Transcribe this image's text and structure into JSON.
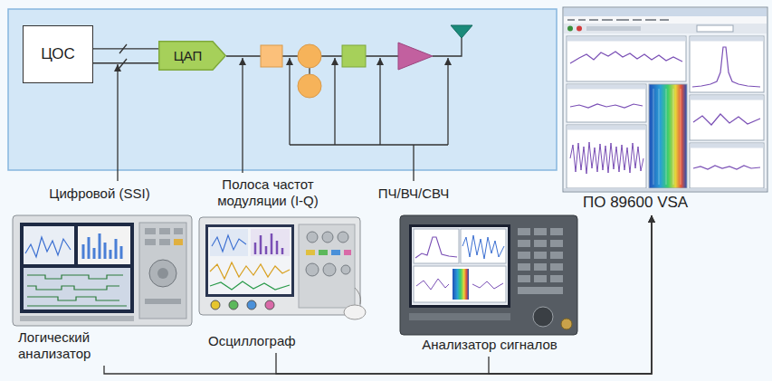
{
  "diagram": {
    "nodes": [
      {
        "text": [
          "ЦОС"
        ]
      },
      {
        "text": [
          "ЦАП"
        ]
      },
      {
        "text": [
          "Логический анализатор"
        ]
      },
      {
        "text": [
          "Осциллограф"
        ]
      },
      {
        "text": [
          "Анализатор сигналов"
        ]
      },
      {
        "text": [
          "ПО 89600 VSA"
        ]
      }
    ],
    "edges": [
      {
        "from": 0,
        "to": 1,
        "arrow": "none"
      },
      {
        "from": 0,
        "to": 1,
        "arrow": "none"
      },
      {
        "from": 2,
        "to": 5,
        "arrow": "to"
      },
      {
        "from": 3,
        "to": 5,
        "arrow": "to"
      },
      {
        "from": 4,
        "to": 5,
        "arrow": "to"
      }
    ],
    "labels": [
      "Цифровой (SSI)",
      "Полоса частот модуляции (I-Q)",
      "ПЧ/ВЧ/СВЧ"
    ]
  }
}
